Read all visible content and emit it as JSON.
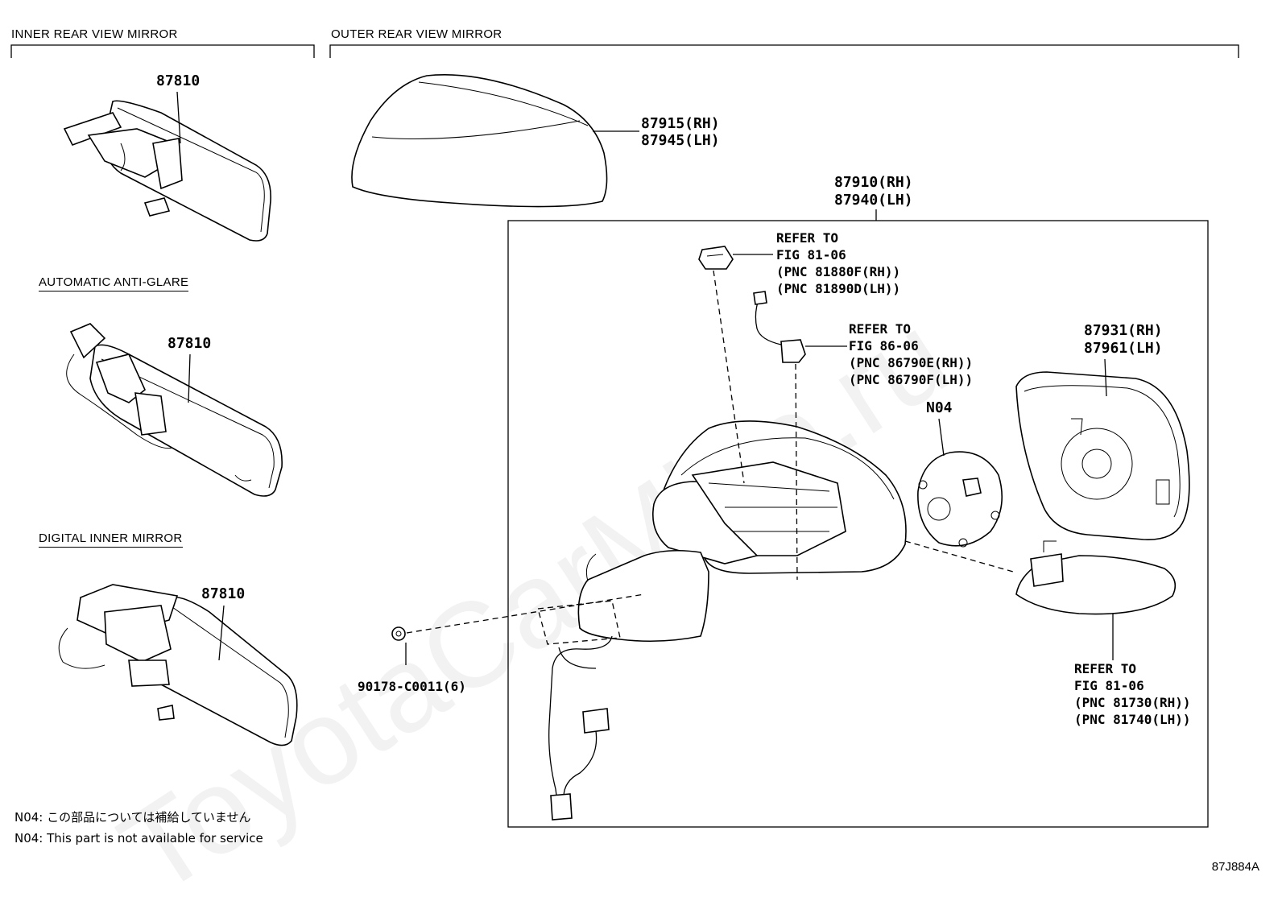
{
  "sections": {
    "inner": "INNER REAR VIEW MIRROR",
    "outer": "OUTER REAR VIEW MIRROR",
    "anti_glare": "AUTOMATIC ANTI-GLARE",
    "digital": "DIGITAL INNER MIRROR"
  },
  "parts": {
    "inner_mirror": "87810",
    "anti_glare_mirror": "87810",
    "digital_mirror": "87810",
    "cover_rh": "87915(RH)",
    "cover_lh": "87945(LH)",
    "assy_rh": "87910(RH)",
    "assy_lh": "87940(LH)",
    "glass_rh": "87931(RH)",
    "glass_lh": "87961(LH)",
    "motor": "N04",
    "clip": "90178-C0011(6)"
  },
  "references": {
    "lamp": [
      "REFER TO",
      "FIG 81-06",
      "(PNC 81880F(RH))",
      "(PNC 81890D(LH))"
    ],
    "camera": [
      "REFER TO",
      "FIG 86-06",
      "(PNC 86790E(RH))",
      "(PNC 86790F(LH))"
    ],
    "turn_signal": [
      "REFER TO",
      "FIG 81-06",
      "(PNC 81730(RH))",
      "(PNC 81740(LH))"
    ]
  },
  "notes": {
    "jp": "N04: この部品については補給していません",
    "en": "N04: This part is not available for service"
  },
  "figure_id": "87J884A",
  "watermark": "ToyotaCarMine.ru"
}
